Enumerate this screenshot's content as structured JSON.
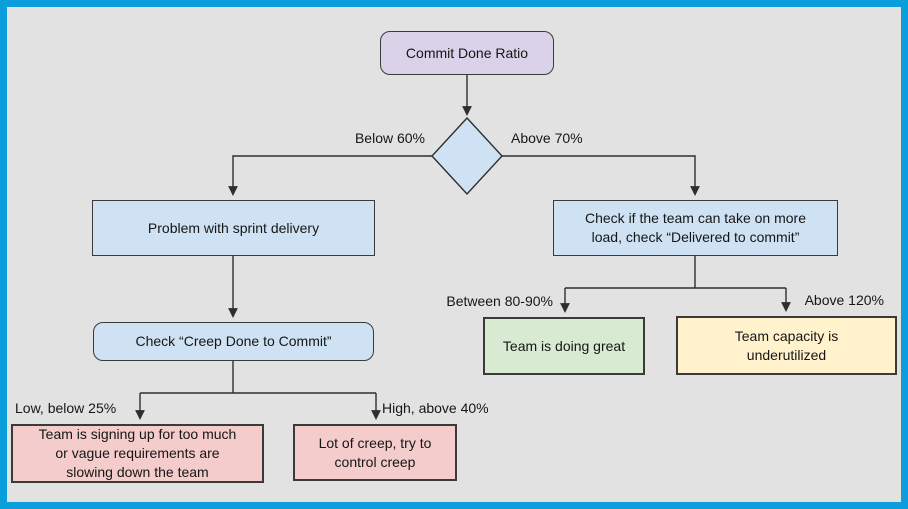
{
  "diagram": {
    "nodes": {
      "start": {
        "label": "Commit Done Ratio"
      },
      "problem": {
        "label": "Problem with sprint delivery"
      },
      "check_load": {
        "label": "Check if the team can take on more\nload, check “Delivered to commit”"
      },
      "check_creep": {
        "label": "Check “Creep Done to Commit”"
      },
      "signing_up": {
        "label": "Team is signing up for too much\nor vague requirements are\nslowing down the team"
      },
      "lot_of_creep": {
        "label": "Lot of creep, try to\ncontrol creep"
      },
      "doing_great": {
        "label": "Team is doing great"
      },
      "underutilized": {
        "label": "Team capacity is\nunderutilized"
      }
    },
    "edge_labels": {
      "below_60": "Below 60%",
      "above_70": "Above 70%",
      "between_80_90": "Between 80-90%",
      "above_120": "Above 120%",
      "low_below_25": "Low, below 25%",
      "high_above_40": "High, above 40%"
    },
    "colors": {
      "frame_border": "#0a9fdc",
      "background": "#e2e2e2",
      "lavender": "#d9d2e9",
      "light_blue": "#cfe2f3",
      "light_red": "#f4cccc",
      "light_green": "#d9ead3",
      "light_yellow": "#fff2cc",
      "line": "#2e2e2e"
    }
  }
}
